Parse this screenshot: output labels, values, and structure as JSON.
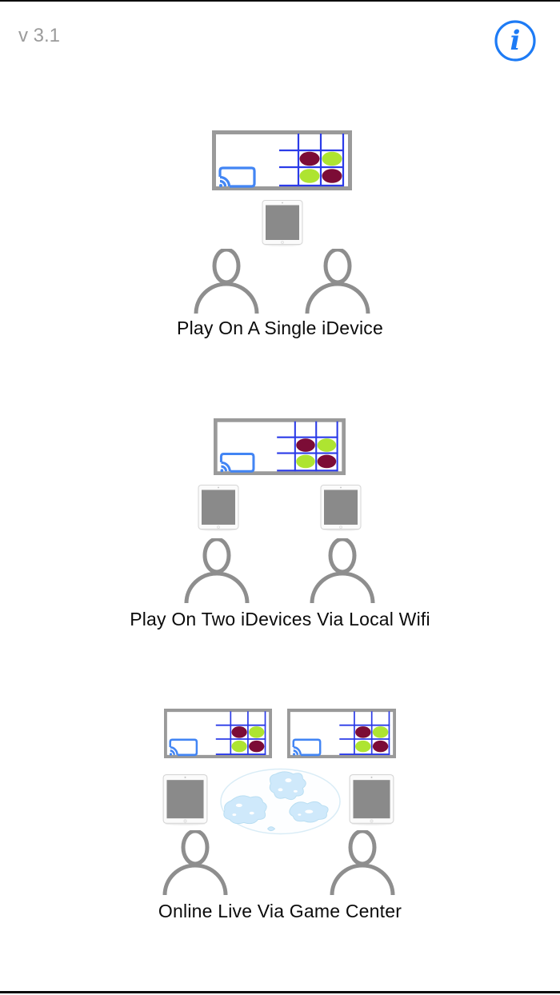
{
  "app": {
    "version_label": "v 3.1"
  },
  "header": {
    "info_button": {
      "icon": "info-icon",
      "glyph": "i"
    }
  },
  "modes": [
    {
      "id": "single-idevice",
      "label": "Play On A Single iDevice"
    },
    {
      "id": "two-idevices-wifi",
      "label": "Play On Two iDevices Via Local Wifi"
    },
    {
      "id": "online-game-center",
      "label": "Online Live Via Game Center"
    }
  ],
  "tv_board": {
    "grid_rows": 3,
    "grid_cols": 3,
    "pieces": [
      {
        "row": "middle",
        "col": "center",
        "color": "maroon"
      },
      {
        "row": "middle",
        "col": "right",
        "color": "green"
      },
      {
        "row": "bottom",
        "col": "center",
        "color": "green"
      },
      {
        "row": "bottom",
        "col": "right",
        "color": "maroon"
      }
    ]
  },
  "icons": {
    "info_icon": "i-in-circle",
    "cast_icon": "screen-mirroring-with-wifi-arcs",
    "tv_icon": "tv-screen-with-tictactoe-board",
    "ipad_icon": "tablet-front-view",
    "player_icon": "person-silhouette-outline",
    "globe_icon": "world-map-ellipse"
  },
  "colors": {
    "accent_blue": "#1d7bf5",
    "cast_blue": "#4285f4",
    "grid_blue": "#2b3be8",
    "piece_maroon": "#7c0c36",
    "piece_green": "#aee431",
    "device_gray": "#8a8a8a",
    "frame_gray": "#9a9a9a",
    "person_gray": "#8e8e8e",
    "version_gray": "#9b9b9b",
    "globe_blue": "#cfe9fb",
    "label_black": "#0b0b0b"
  }
}
